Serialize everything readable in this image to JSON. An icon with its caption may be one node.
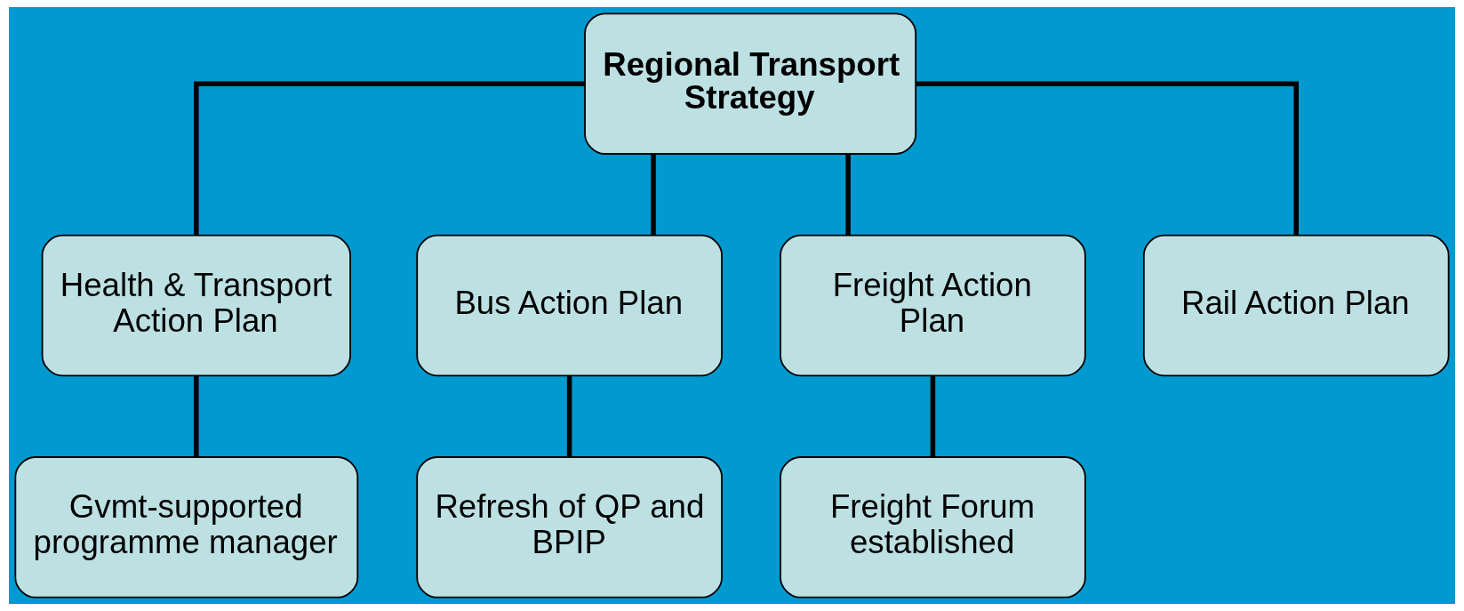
{
  "diagram": {
    "nodes": [
      {
        "text": [
          "Regional Transport Strategy"
        ]
      },
      {
        "text": [
          "Health & Transport Action Plan"
        ]
      },
      {
        "text": [
          "Bus Action Plan"
        ]
      },
      {
        "text": [
          "Freight Action Plan"
        ]
      },
      {
        "text": [
          "Rail Action Plan"
        ]
      },
      {
        "text": [
          "Gvmt-supported programme manager"
        ]
      },
      {
        "text": [
          "Refresh of QP and BPIP"
        ]
      },
      {
        "text": [
          "Freight Forum established"
        ]
      }
    ],
    "edges": [
      {
        "from": 0,
        "to": 1,
        "arrow": "none"
      },
      {
        "from": 0,
        "to": 2,
        "arrow": "none"
      },
      {
        "from": 0,
        "to": 3,
        "arrow": "none"
      },
      {
        "from": 0,
        "to": 4,
        "arrow": "none"
      },
      {
        "from": 1,
        "to": 5,
        "arrow": "none"
      },
      {
        "from": 2,
        "to": 6,
        "arrow": "none"
      },
      {
        "from": 3,
        "to": 7,
        "arrow": "none"
      }
    ]
  }
}
